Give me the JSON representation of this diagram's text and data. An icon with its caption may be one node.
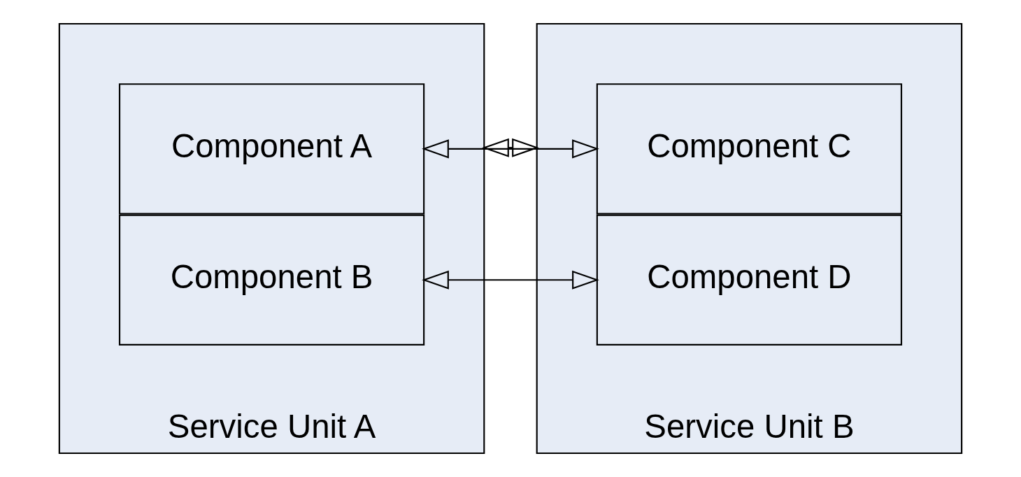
{
  "diagram": {
    "nodes": [
      {
        "text": [
          "Service Unit A"
        ]
      },
      {
        "text": [
          "Component A"
        ],
        "in": 0
      },
      {
        "text": [
          "Component B"
        ],
        "in": 0
      },
      {
        "text": [
          "Service Unit B"
        ]
      },
      {
        "text": [
          "Component C"
        ],
        "in": 3
      },
      {
        "text": [
          "Component D"
        ],
        "in": 3
      }
    ],
    "edges": [
      {
        "from": 1,
        "to": 4,
        "arrow": "both"
      },
      {
        "from": 2,
        "to": 5,
        "arrow": "both"
      },
      {
        "from": 0,
        "to": 3,
        "arrow": "both"
      }
    ]
  }
}
